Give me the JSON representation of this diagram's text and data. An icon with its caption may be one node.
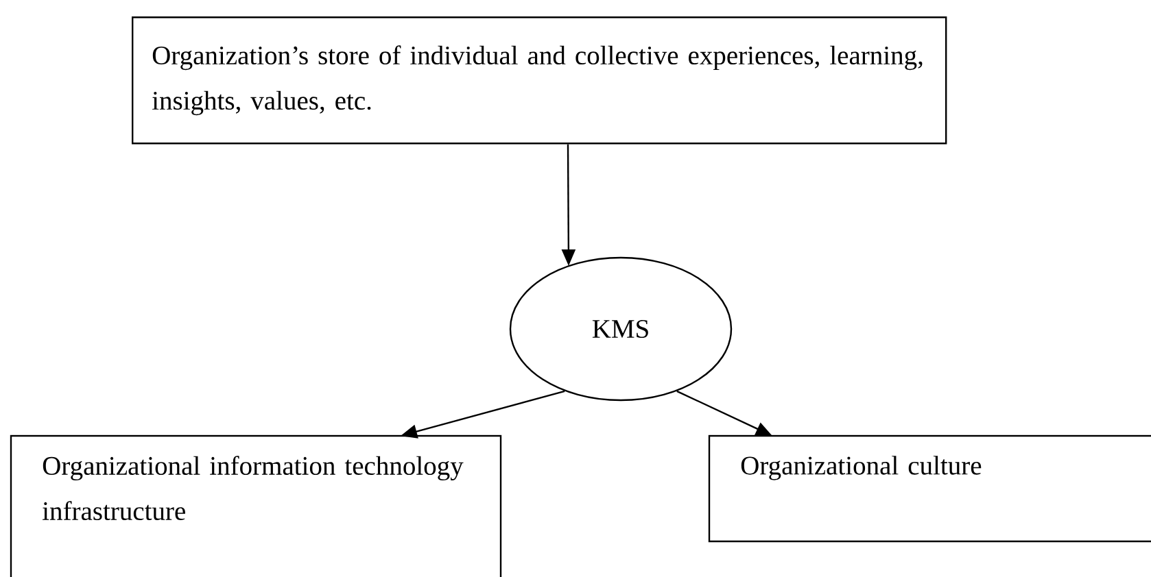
{
  "diagram": {
    "nodes": [
      {
        "text": [
          "Organization’s store of individual and collective experiences, learning, insights, values, etc."
        ]
      },
      {
        "text": [
          "KMS"
        ]
      },
      {
        "text": [
          "Organizational information technology infrastructure"
        ]
      },
      {
        "text": [
          "Organizational culture"
        ]
      }
    ],
    "edges": [
      {
        "from": 0,
        "to": 1,
        "arrow": "to"
      },
      {
        "from": 1,
        "to": 2,
        "arrow": "to"
      },
      {
        "from": 1,
        "to": 3,
        "arrow": "to"
      }
    ]
  }
}
